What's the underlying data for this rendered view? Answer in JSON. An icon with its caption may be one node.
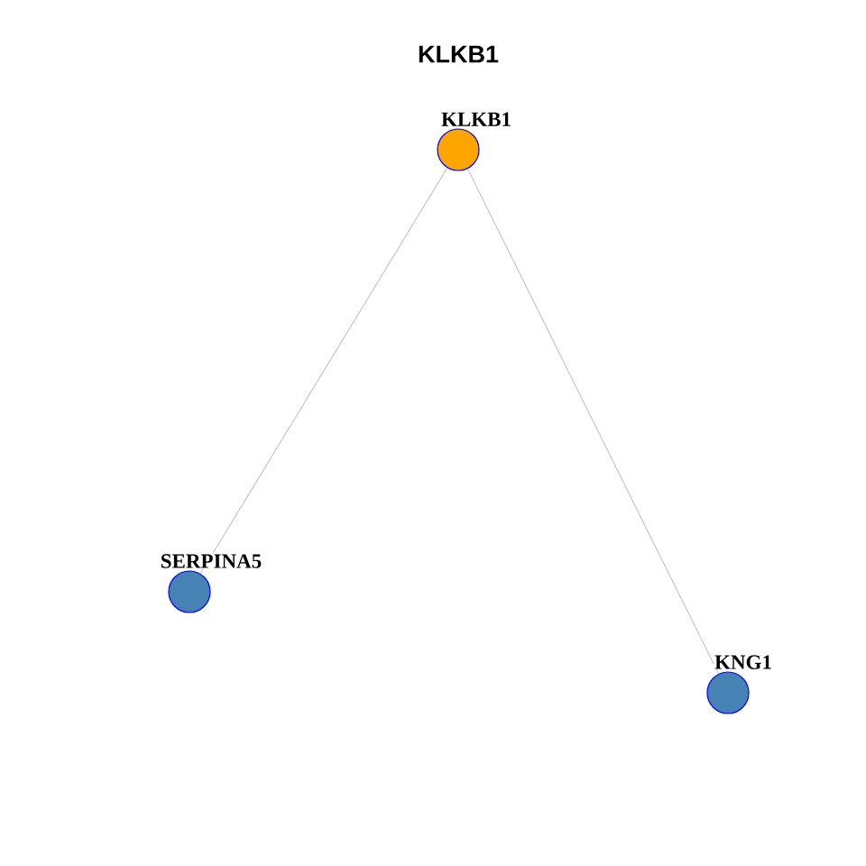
{
  "diagram": {
    "title": "KLKB1",
    "nodes": [
      {
        "text": [
          "KLKB1"
        ]
      },
      {
        "text": [
          "SERPINA5"
        ]
      },
      {
        "text": [
          "KNG1"
        ]
      }
    ],
    "edges": [
      {
        "from": 0,
        "to": 1,
        "arrow": "none"
      },
      {
        "from": 0,
        "to": 2,
        "arrow": "none"
      }
    ]
  }
}
